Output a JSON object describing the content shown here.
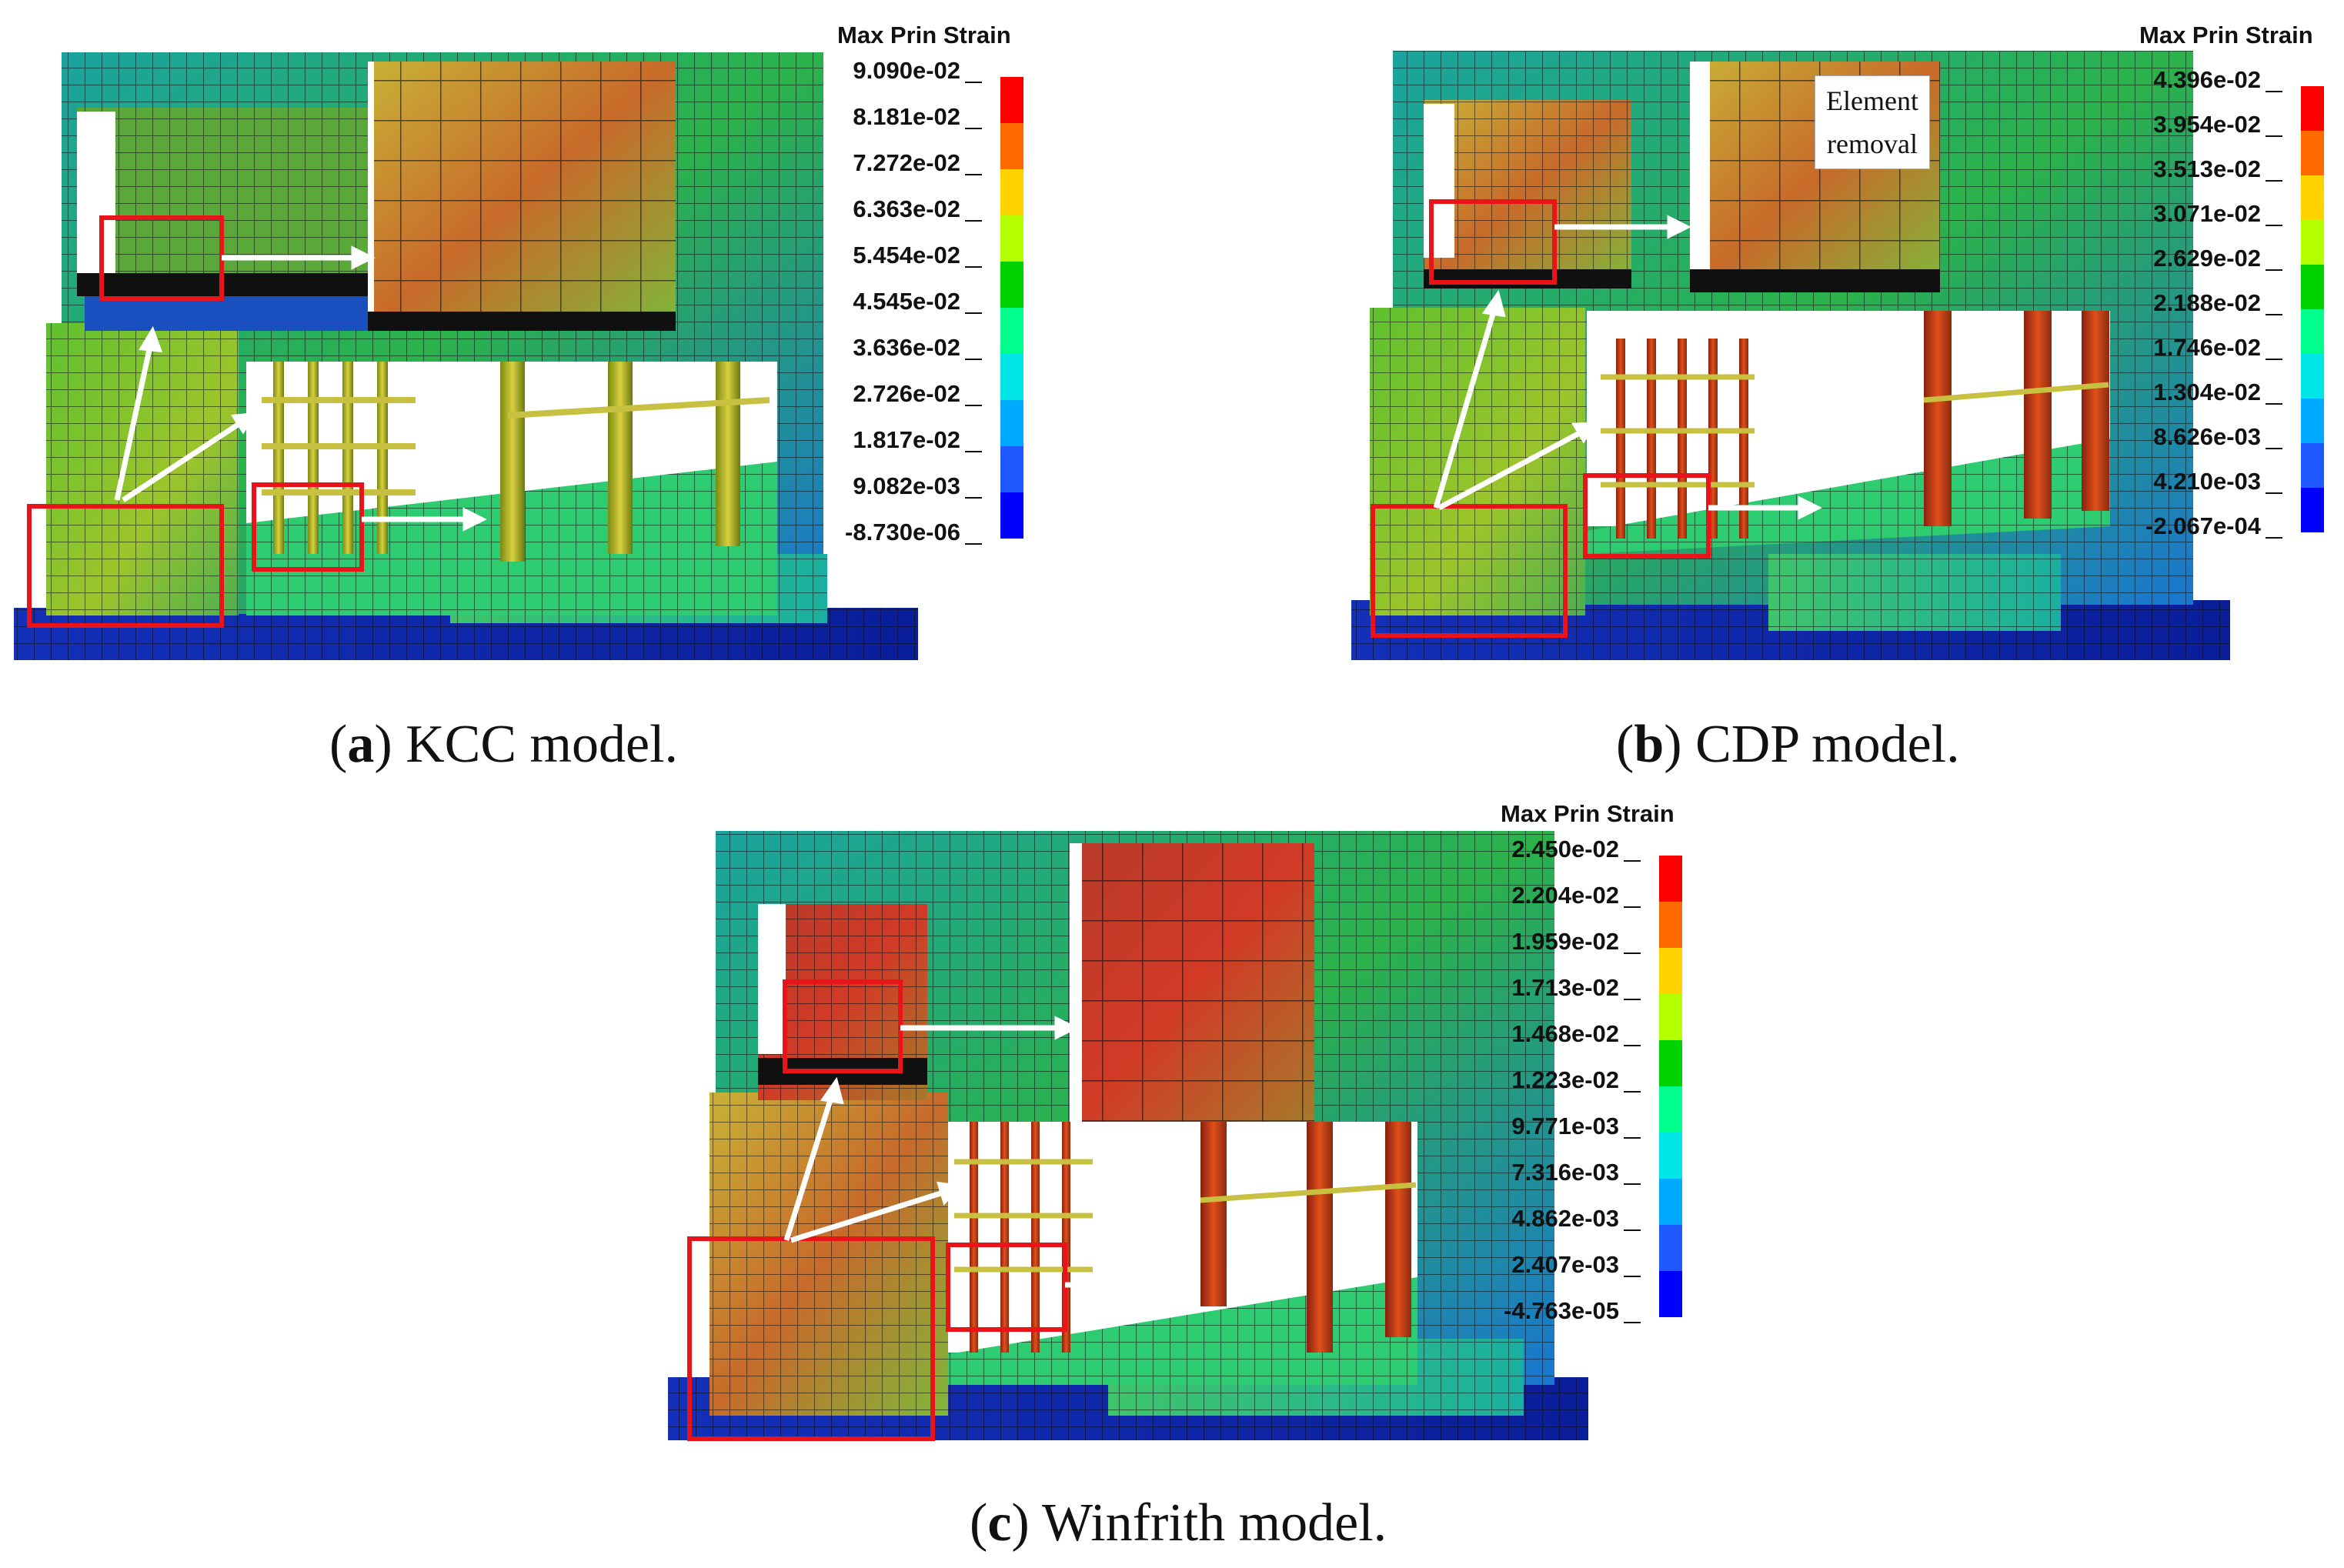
{
  "legend_title": "Max Prin Strain",
  "legend_colors": [
    "#ff0000",
    "#ff6a00",
    "#ffd200",
    "#b4ff00",
    "#00d200",
    "#00ff8c",
    "#00e6e6",
    "#00aaff",
    "#1e5aff",
    "#0000ff"
  ],
  "panels": [
    {
      "caption_letter": "a",
      "caption_text": " KCC model.",
      "legend_values": [
        "9.090e-02",
        "8.181e-02",
        "7.272e-02",
        "6.363e-02",
        "5.454e-02",
        "4.545e-02",
        "3.636e-02",
        "2.726e-02",
        "1.817e-02",
        "9.082e-03",
        "-8.730e-06"
      ]
    },
    {
      "caption_letter": "b",
      "caption_text": " CDP model.",
      "annotation_line1": "Element",
      "annotation_line2": "removal",
      "legend_values": [
        "4.396e-02",
        "3.954e-02",
        "3.513e-02",
        "3.071e-02",
        "2.629e-02",
        "2.188e-02",
        "1.746e-02",
        "1.304e-02",
        "8.626e-03",
        "4.210e-03",
        "-2.067e-04"
      ]
    },
    {
      "caption_letter": "c",
      "caption_text": " Winfrith model.",
      "legend_values": [
        "2.450e-02",
        "2.204e-02",
        "1.959e-02",
        "1.713e-02",
        "1.468e-02",
        "1.223e-02",
        "9.771e-03",
        "7.316e-03",
        "4.862e-03",
        "2.407e-03",
        "-4.763e-05"
      ]
    }
  ]
}
